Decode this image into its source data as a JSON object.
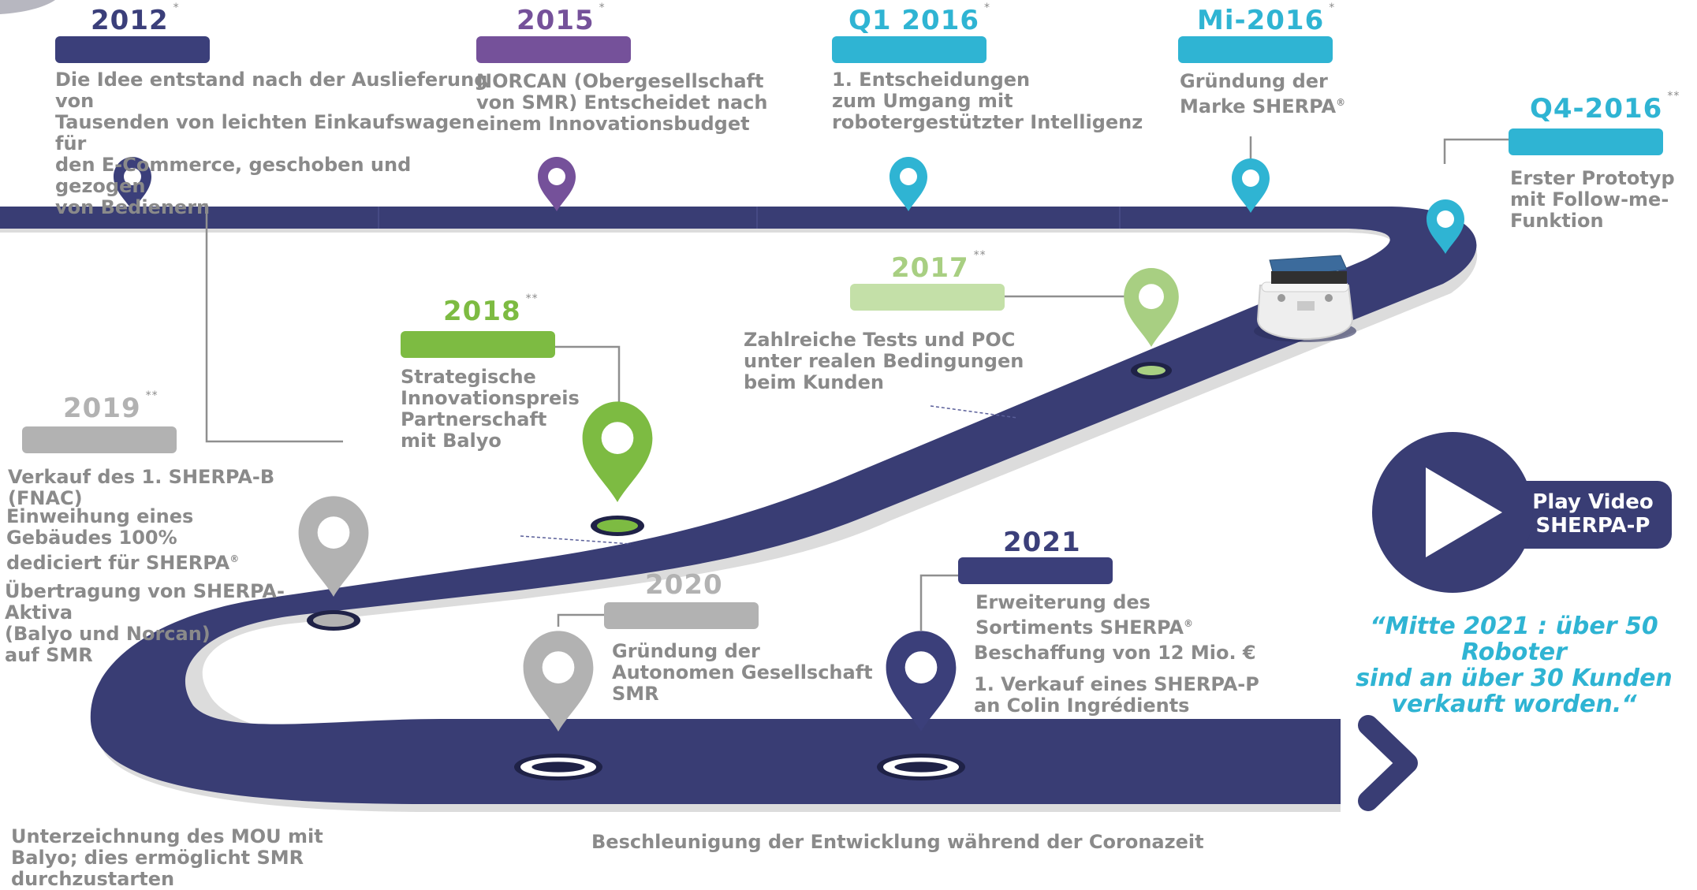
{
  "milestones": {
    "m2012": {
      "year": "2012",
      "mark": "*",
      "color": "#3b3f7a",
      "text": [
        "Die Idee entstand nach der Auslieferung von",
        "Tausenden von leichten Einkaufswagen für",
        "den E-Commerce, geschoben und gezogen",
        "von Bedienern"
      ]
    },
    "m2015": {
      "year": "2015",
      "mark": "*",
      "color": "#75519a",
      "text": [
        "NORCAN (Obergesellschaft",
        "von SMR) Entscheidet nach",
        "einem Innovationsbudget"
      ]
    },
    "q1_2016": {
      "year": "Q1 2016",
      "mark": "*",
      "color": "#2fb4d3",
      "text": [
        "1. Entscheidungen",
        "zum Umgang mit",
        "robotergestützter Intelligenz"
      ]
    },
    "mi_2016": {
      "year": "Mi-2016",
      "mark": "*",
      "color": "#2fb4d3",
      "text": [
        "Gründung der",
        "Marke SHERPA"
      ],
      "trademark": "®"
    },
    "q4_2016": {
      "year": "Q4-2016",
      "mark": "**",
      "color": "#2fb4d3",
      "text": [
        "Erster Prototyp",
        "mit Follow-me-",
        "Funktion"
      ]
    },
    "m2017": {
      "year": "2017",
      "mark": "**",
      "color": "#a8cf82",
      "text": [
        "Zahlreiche Tests und POC",
        "unter realen Bedingungen",
        "beim Kunden"
      ]
    },
    "m2018": {
      "year": "2018",
      "mark": "**",
      "color": "#7dbb42",
      "text": [
        "Strategische",
        "Innovationspreis",
        "Partnerschaft",
        "mit Balyo"
      ]
    },
    "m2019": {
      "year": "2019",
      "mark": "**",
      "color": "#b2b2b2",
      "text1": "Verkauf des 1. SHERPA-B (FNAC)",
      "text2": [
        "Einweihung eines",
        "Gebäudes 100%",
        "dediciert für SHERPA"
      ],
      "trademark": "®",
      "text3": [
        "Übertragung von SHERPA-Aktiva",
        "(Balyo und Norcan)",
        "auf SMR"
      ]
    },
    "m2020": {
      "year": "2020",
      "color": "#b2b2b2",
      "text": [
        "Gründung der",
        "Autonomen Gesellschaft",
        "SMR"
      ]
    },
    "m2021": {
      "year": "2021",
      "color": "#3b3f7a",
      "text1": [
        "Erweiterung des",
        "Sortiments SHERPA"
      ],
      "trademark": "®",
      "text2": "Beschaffung von 12 Mio. €",
      "text3": [
        "1. Verkauf eines SHERPA-P",
        "an Colin Ingrédients"
      ]
    }
  },
  "bottom_left": [
    "Unterzeichnung des MOU mit",
    "Balyo; dies ermöglicht SMR",
    "durchzustarten"
  ],
  "bottom_center": "Beschleunigung der Entwicklung während der Coronazeit",
  "play_button": {
    "line1": "Play Video",
    "line2": "SHERPA-P"
  },
  "quote": [
    "“Mitte 2021 : über 50 Roboter",
    "sind an über 30 Kunden",
    "verkauft worden.“"
  ],
  "colors": {
    "road": "#393d74",
    "road_shadow": "#d8d8d8",
    "grey_text": "#8a8a8a",
    "accent": "#2fb4d3"
  },
  "icons": [
    "map-pin-icon",
    "play-icon",
    "chevron-right-icon",
    "robot-image"
  ]
}
